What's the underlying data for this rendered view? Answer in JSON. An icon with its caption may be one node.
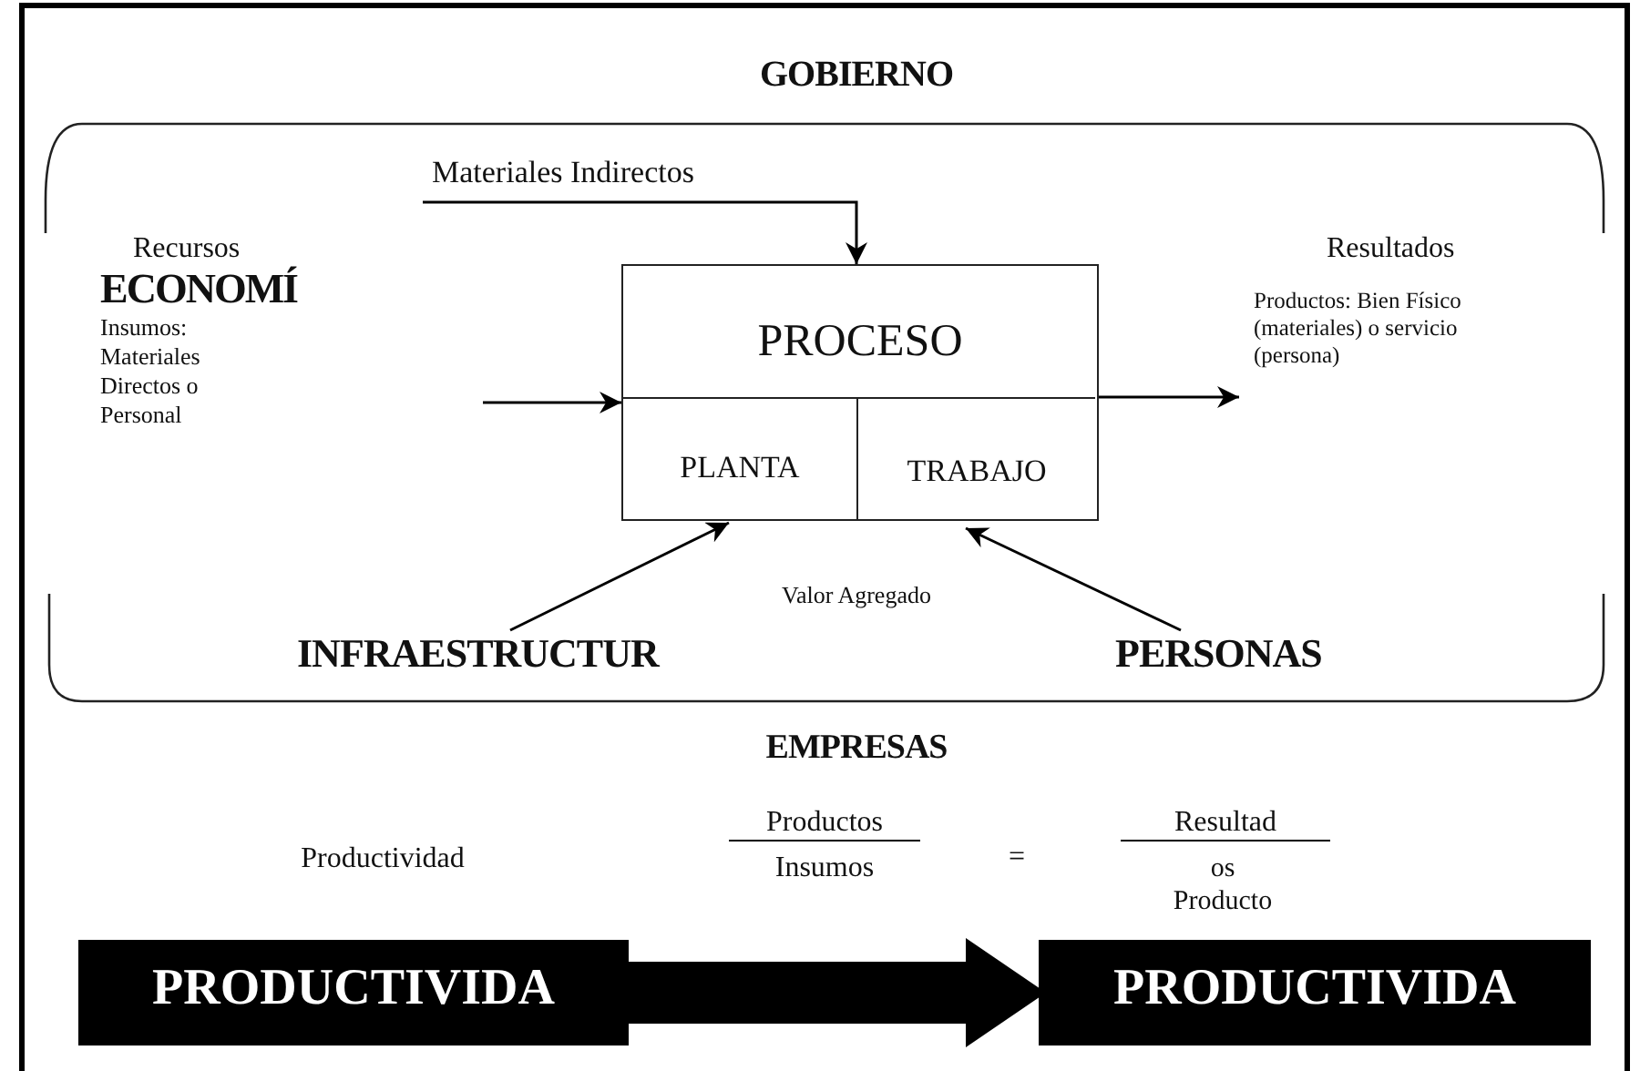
{
  "diagram": {
    "nodes": [
      {
        "text": [
          "PROCESO"
        ]
      },
      {
        "text": [
          "PLANTA"
        ],
        "in": 0
      },
      {
        "text": [
          "TRABAJO"
        ],
        "in": 0
      },
      {
        "text": [
          "Materiales Indirectos"
        ]
      },
      {
        "text": [
          "Recursos",
          "ECONOMÍ",
          "Insumos: Materiales Directos o Personal"
        ]
      },
      {
        "text": [
          "Resultados",
          "Productos: Bien Físico (materiales) o servicio (persona)"
        ]
      },
      {
        "text": [
          "INFRAESTRUCTUR"
        ]
      },
      {
        "text": [
          "PERSONAS"
        ]
      },
      {
        "text": [
          "PRODUCTIVIDA"
        ]
      },
      {
        "text": [
          "PRODUCTIVIDA"
        ]
      }
    ],
    "edges": [
      {
        "from": 3,
        "to": 0,
        "arrow": "to"
      },
      {
        "from": null,
        "to": 0,
        "arrow": "to"
      },
      {
        "from": 0,
        "to": 5,
        "arrow": "to"
      },
      {
        "from": 6,
        "to": 1,
        "arrow": "to"
      },
      {
        "from": 7,
        "to": 2,
        "arrow": "to"
      },
      {
        "from": 8,
        "to": 9,
        "arrow": "to",
        "style": "thick"
      }
    ],
    "labels": [
      "GOBIERNO",
      "Valor Agregado",
      "EMPRESAS",
      "Productividad",
      "Productos",
      "Insumos",
      "=",
      "Resultad",
      "os Producto"
    ]
  }
}
